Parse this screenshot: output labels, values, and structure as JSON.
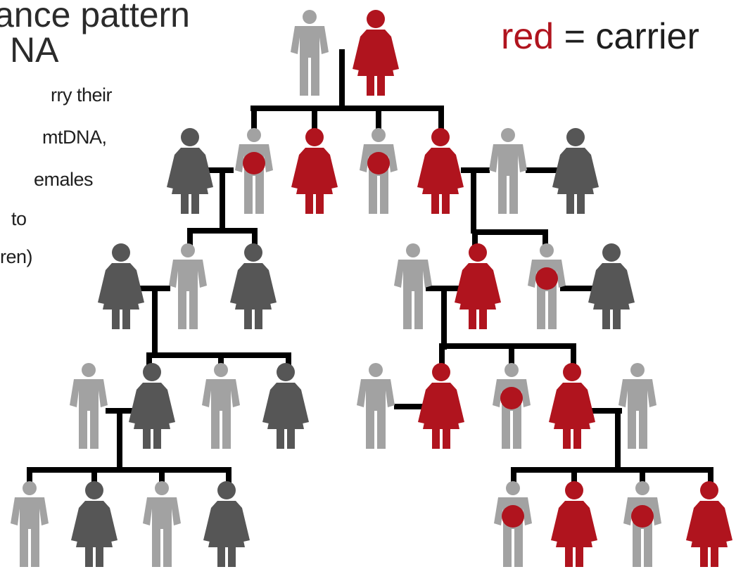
{
  "title": {
    "line1": "ance pattern",
    "line2": "NA"
  },
  "caption": [
    "rry their",
    "mtDNA,",
    "emales",
    "to",
    "ren)"
  ],
  "legend": {
    "color_word": "red",
    "rest": " = carrier"
  },
  "colors": {
    "carrier": "#b0141e",
    "non_carrier_male": "#a2a2a2",
    "non_carrier_female": "#565656",
    "line": "#000000"
  },
  "pedigree": {
    "generations": [
      {
        "generation": 1,
        "individuals": [
          {
            "sex": "male",
            "carrier": false
          },
          {
            "sex": "female",
            "carrier": true
          }
        ]
      },
      {
        "generation": 2,
        "individuals": [
          {
            "sex": "female",
            "carrier": false
          },
          {
            "sex": "male",
            "carrier": true
          },
          {
            "sex": "female",
            "carrier": true
          },
          {
            "sex": "male",
            "carrier": true
          },
          {
            "sex": "female",
            "carrier": true
          },
          {
            "sex": "male",
            "carrier": false
          },
          {
            "sex": "female",
            "carrier": false
          }
        ]
      },
      {
        "generation": 3,
        "individuals": [
          {
            "sex": "female",
            "carrier": false
          },
          {
            "sex": "male",
            "carrier": false
          },
          {
            "sex": "female",
            "carrier": false
          },
          {
            "sex": "male",
            "carrier": false
          },
          {
            "sex": "female",
            "carrier": true
          },
          {
            "sex": "male",
            "carrier": true
          },
          {
            "sex": "female",
            "carrier": false
          }
        ]
      },
      {
        "generation": 4,
        "individuals": [
          {
            "sex": "male",
            "carrier": false
          },
          {
            "sex": "female",
            "carrier": false
          },
          {
            "sex": "male",
            "carrier": false
          },
          {
            "sex": "female",
            "carrier": false
          },
          {
            "sex": "male",
            "carrier": false
          },
          {
            "sex": "female",
            "carrier": true
          },
          {
            "sex": "male",
            "carrier": true
          },
          {
            "sex": "female",
            "carrier": true
          },
          {
            "sex": "male",
            "carrier": false
          }
        ]
      },
      {
        "generation": 5,
        "individuals": [
          {
            "sex": "male",
            "carrier": false
          },
          {
            "sex": "female",
            "carrier": false
          },
          {
            "sex": "male",
            "carrier": false
          },
          {
            "sex": "female",
            "carrier": false
          },
          {
            "sex": "male",
            "carrier": true
          },
          {
            "sex": "female",
            "carrier": true
          },
          {
            "sex": "male",
            "carrier": true
          },
          {
            "sex": "female",
            "carrier": true
          }
        ]
      }
    ]
  }
}
